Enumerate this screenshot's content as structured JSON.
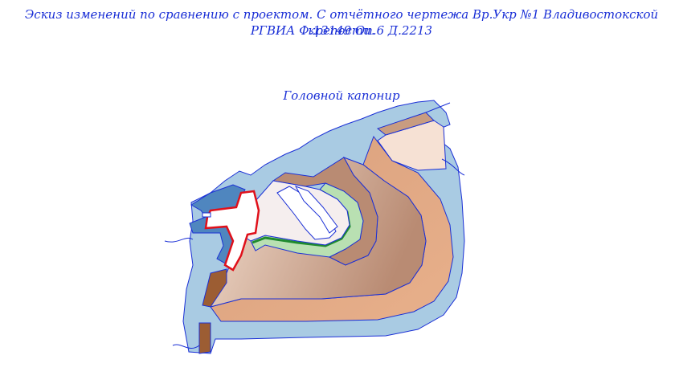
{
  "header": {
    "title_line1": "Эскиз изменений по сравнению с проектом. С отчётного чертежа Вр.Укр №1 Владивостокской крепости.",
    "title_line2": "РГВИА Ф.13149 Оп.6 Д.2213"
  },
  "drawing": {
    "caption": "Головной капонир"
  },
  "colors": {
    "text_blue": "#1a2fd6",
    "outline_blue": "#1a2fd6",
    "water": "#a9cbe3",
    "rampart_light": "#efd3c2",
    "rampart_dark": "#b98b73",
    "slope_brown": "#9c5d33",
    "inner_pale": "#f5eeee",
    "green_band": "#b9e0b2",
    "green_line": "#1f8a2e",
    "change_red": "#e0101a",
    "caponier_white": "#ffffff"
  }
}
